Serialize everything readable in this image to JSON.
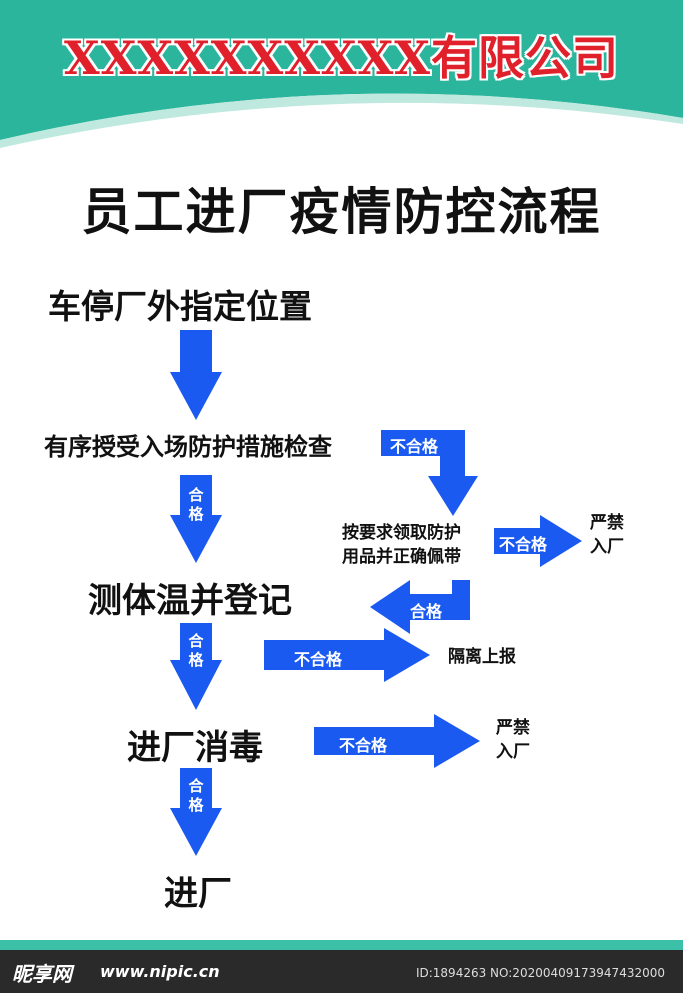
{
  "header": {
    "company": "XXXXXXXXXX有限公司"
  },
  "title": "员工进厂疫情防控流程",
  "steps": {
    "s1": "车停厂外指定位置",
    "s2": "有序授受入场防护措施检查",
    "s3": "测体温并登记",
    "s4": "进厂消毒",
    "s5": "进厂"
  },
  "side": {
    "ppe_line1": "按要求领取防护",
    "ppe_line2": "用品并正确佩带",
    "forbid_line1": "严禁",
    "forbid_line2": "入厂",
    "isolate": "隔离上报"
  },
  "arrows": {
    "pass_char1": "合",
    "pass_char2": "格",
    "pass": "合格",
    "fail": "不合格"
  },
  "watermark": {
    "brand": "昵享网",
    "url": "www.nipic.cn",
    "id": "ID:1894263 NO:20200409173947432000"
  },
  "colors": {
    "arrow": "#1a5af0",
    "header_teal": "#2bb59c",
    "company_red": "#e0202a"
  }
}
